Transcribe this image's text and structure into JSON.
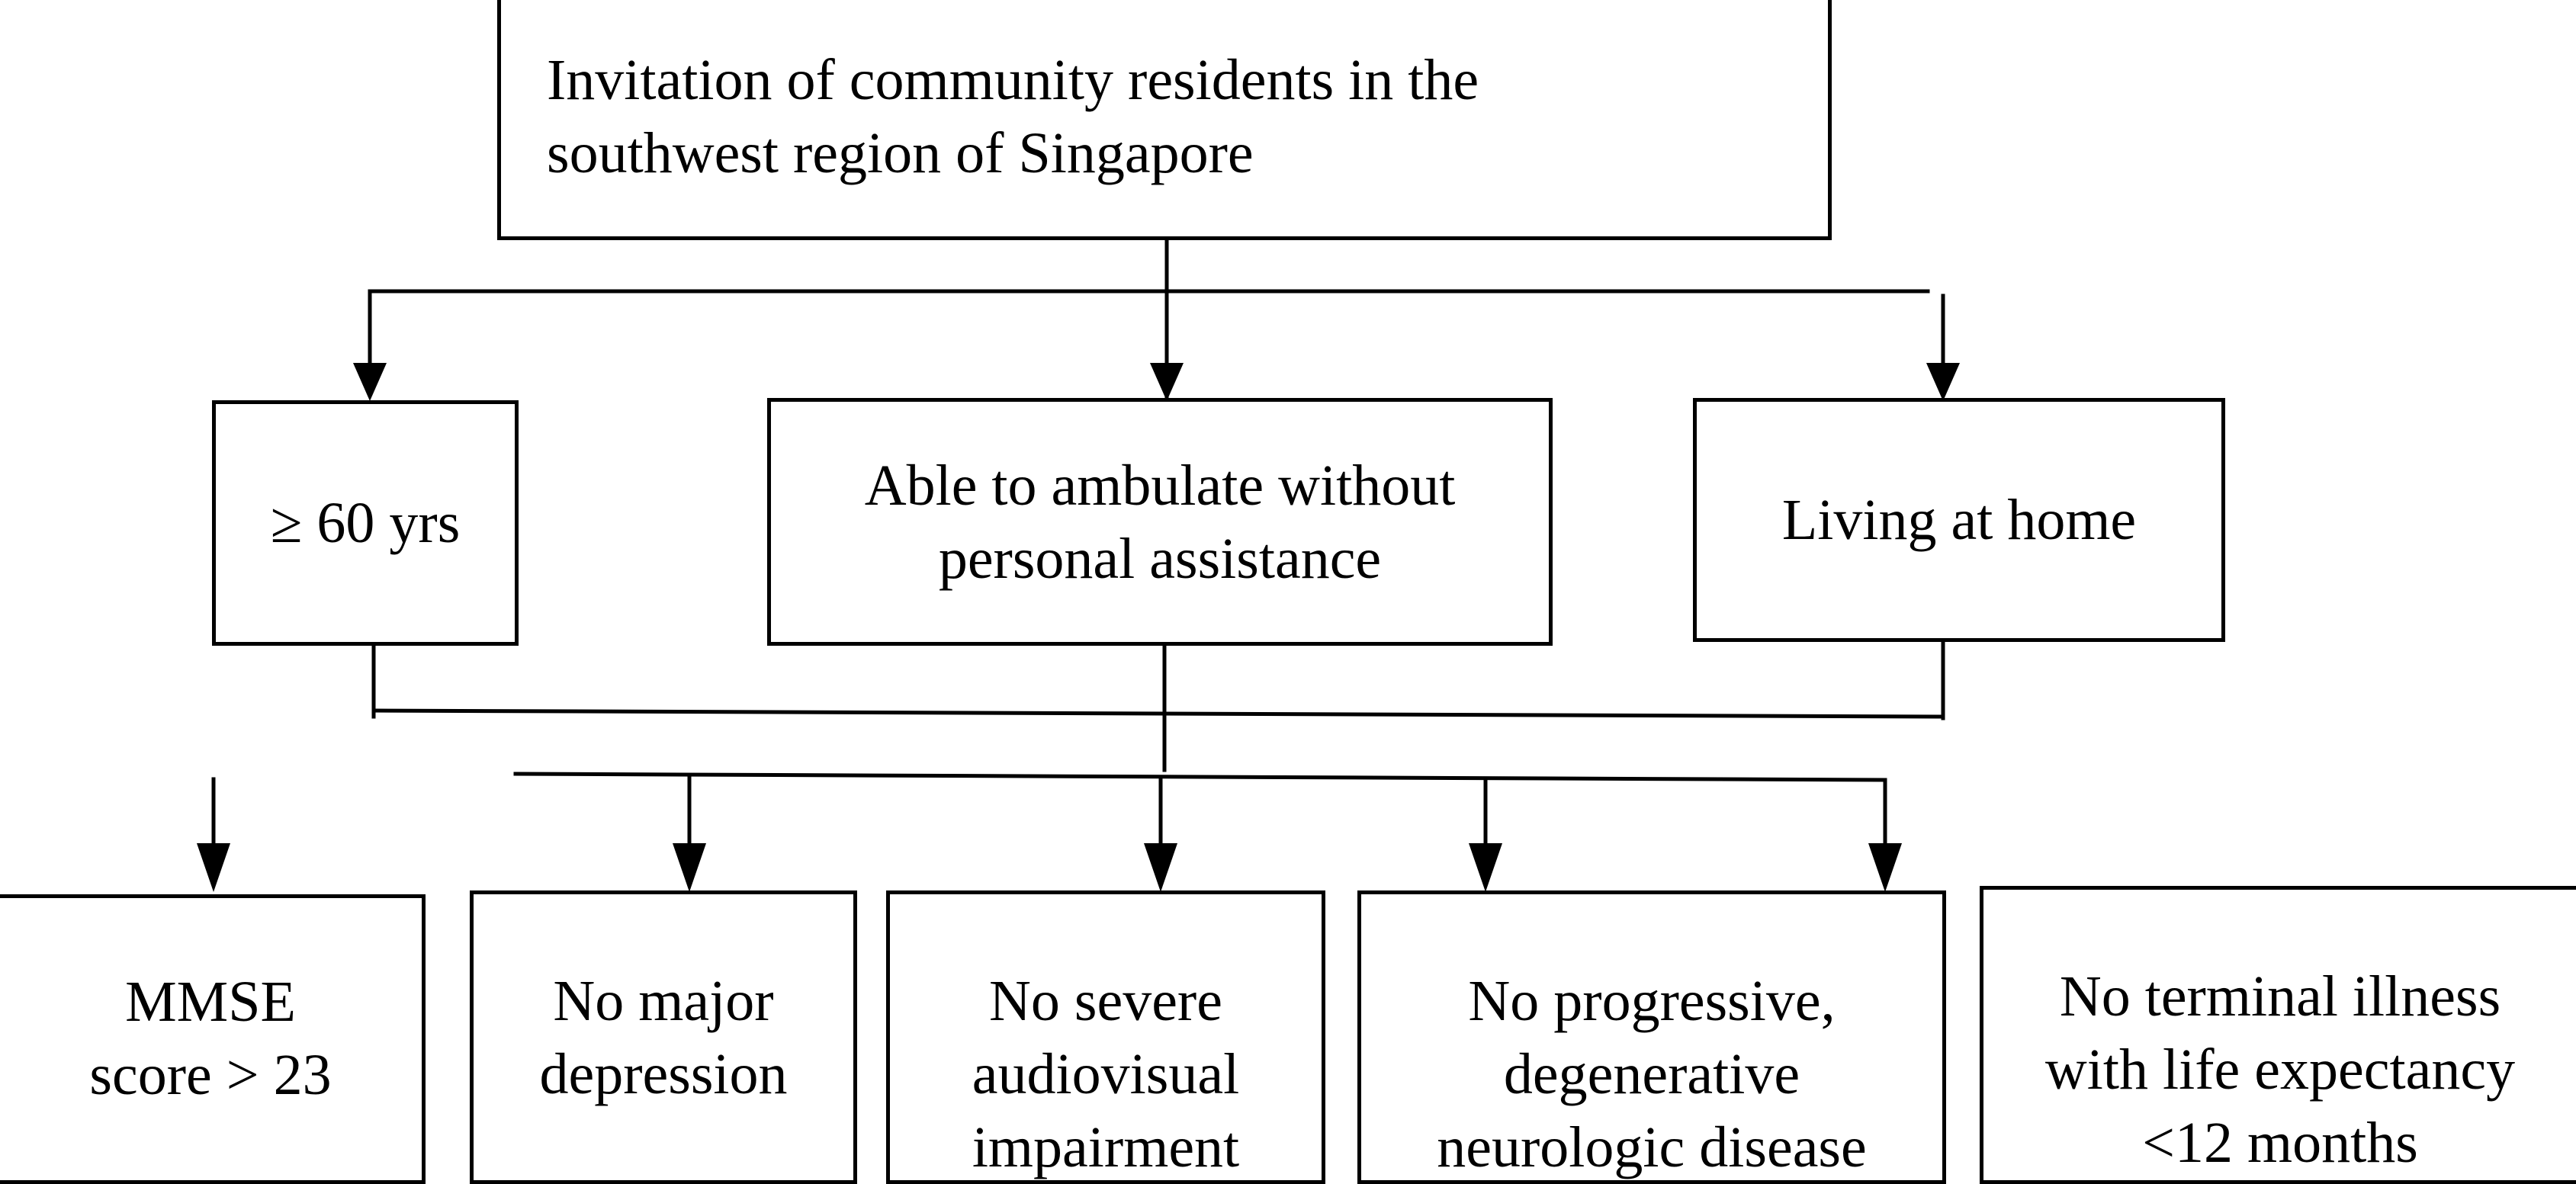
{
  "flowchart": {
    "top": {
      "line1": "Invitation of community residents in the",
      "line2": "southwest region of Singapore"
    },
    "criteria_row1": [
      {
        "id": "age",
        "line1": "≥ 60 yrs"
      },
      {
        "id": "ambulate",
        "line1": "Able to ambulate without",
        "line2": "personal assistance"
      },
      {
        "id": "home",
        "line1": "Living at home"
      }
    ],
    "criteria_row2": [
      {
        "id": "mmse",
        "line1": "MMSE",
        "line2": "score > 23"
      },
      {
        "id": "depression",
        "line1": "No major",
        "line2": "depression"
      },
      {
        "id": "audiovisual",
        "line1": "No severe",
        "line2": "audiovisual",
        "line3": "impairment"
      },
      {
        "id": "neuro",
        "line1": "No progressive,",
        "line2": "degenerative",
        "line3": "neurologic disease"
      },
      {
        "id": "terminal",
        "line1": "No terminal illness",
        "line2": "with life expectancy",
        "line3": "<12 months"
      }
    ]
  },
  "colors": {
    "line": "#000000",
    "box_border": "#000000",
    "background": "#ffffff"
  }
}
